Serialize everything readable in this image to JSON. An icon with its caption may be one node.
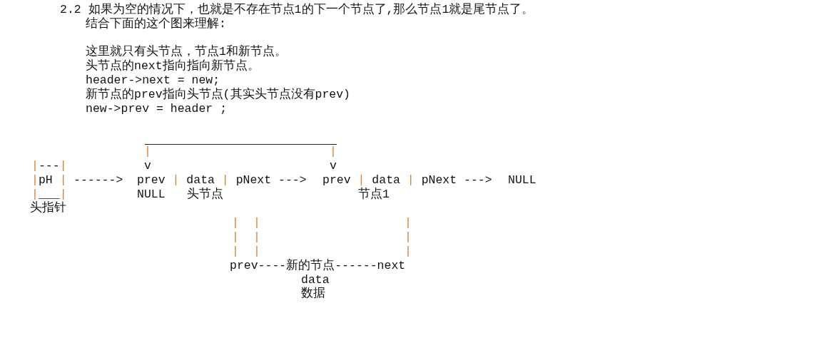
{
  "diagram": {
    "labels": [
      "2.2 如果为空的情况下，也就是不存在节点1的下一个节点了,那么节点1就是尾节点了。",
      "结合下面的这个图来理解:",
      "这里就只有头节点，节点1和新节点。",
      "头节点的next指向指向新节点。",
      "header->next = new;",
      "新节点的prev指向头节点(其实头节点没有prev)",
      "new->prev = header ;",
      "|",
      "|",
      "|---|",
      "v",
      "v",
      "|pH |",
      "------>",
      "prev | data | pNext --->",
      "prev | data | pNext --->",
      "NULL",
      "|___|",
      "NULL",
      "头节点",
      "节点1",
      "头指针",
      "|",
      "|",
      "|",
      "|",
      "|",
      "|",
      "|",
      "|",
      "|",
      "prev----新的节点------next",
      "data",
      "数据"
    ]
  }
}
